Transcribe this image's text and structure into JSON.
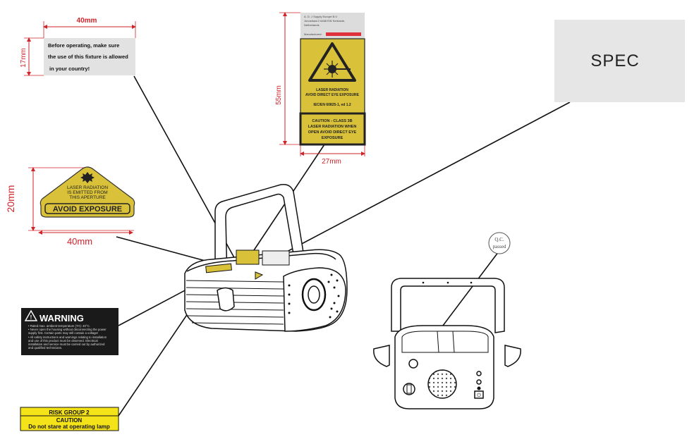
{
  "labels": {
    "operate_label": {
      "width_dim": "40mm",
      "height_dim": "17mm",
      "lines": [
        "Before operating, make sure",
        "the use of this fixture is allowed",
        "in your country!"
      ]
    },
    "aperture_label": {
      "height_dim": "20mm",
      "width_dim": "40mm",
      "lines": [
        "LASER RADIATION",
        "IS EMITTED FROM",
        "THIS APERTURE"
      ],
      "banner": "AVOID EXPOSURE"
    },
    "laser_sticker": {
      "height_dim": "55mm",
      "width_dim": "27mm",
      "company_lines": [
        "A. D. J Supply Europe B.V.",
        "Junostraat 2 6468 EW Kerkrade,",
        "Netherlands"
      ],
      "manufactured": "Manufactured:",
      "warning_lines": [
        "LASER RADIATION",
        "AVOID DIRECT EYE EXPOSURE"
      ],
      "standard": "IEC/EN 60825-1, ed 1.2",
      "caution_lines": [
        "CAUTION - CLASS 3B",
        "LASER RADIATION WHEN",
        "OPEN AVOID DIRECT EYE",
        "EXPOSURE"
      ]
    },
    "spec_box": {
      "text": "SPEC"
    },
    "warning_box": {
      "title": "WARNING",
      "lines": [
        "• Rated max. ambient temperature (TA): 40°C.",
        "• Never open the housing without disconnecting the power",
        "  supply first. Certain parts may still contain a voltage!",
        "• All safety instructions and warnings relating to installation",
        "  and use of this product must be observed. Electrical",
        "  installation and service must be carried out by authorized",
        "  and qualified technicians."
      ]
    },
    "risk_box": {
      "title": "RISK GROUP 2",
      "caution": "CAUTION",
      "text": "Do not stare at operating lamp"
    },
    "qc_label": {
      "lines": [
        "Q.C.",
        "passed"
      ]
    }
  },
  "colors": {
    "dimension": "#d0232a",
    "sticker_yellow": "#d9c23a",
    "risk_yellow": "#f5e31a",
    "warning_bg": "#1a1a1a",
    "spec_bg": "#e6e6e6"
  }
}
